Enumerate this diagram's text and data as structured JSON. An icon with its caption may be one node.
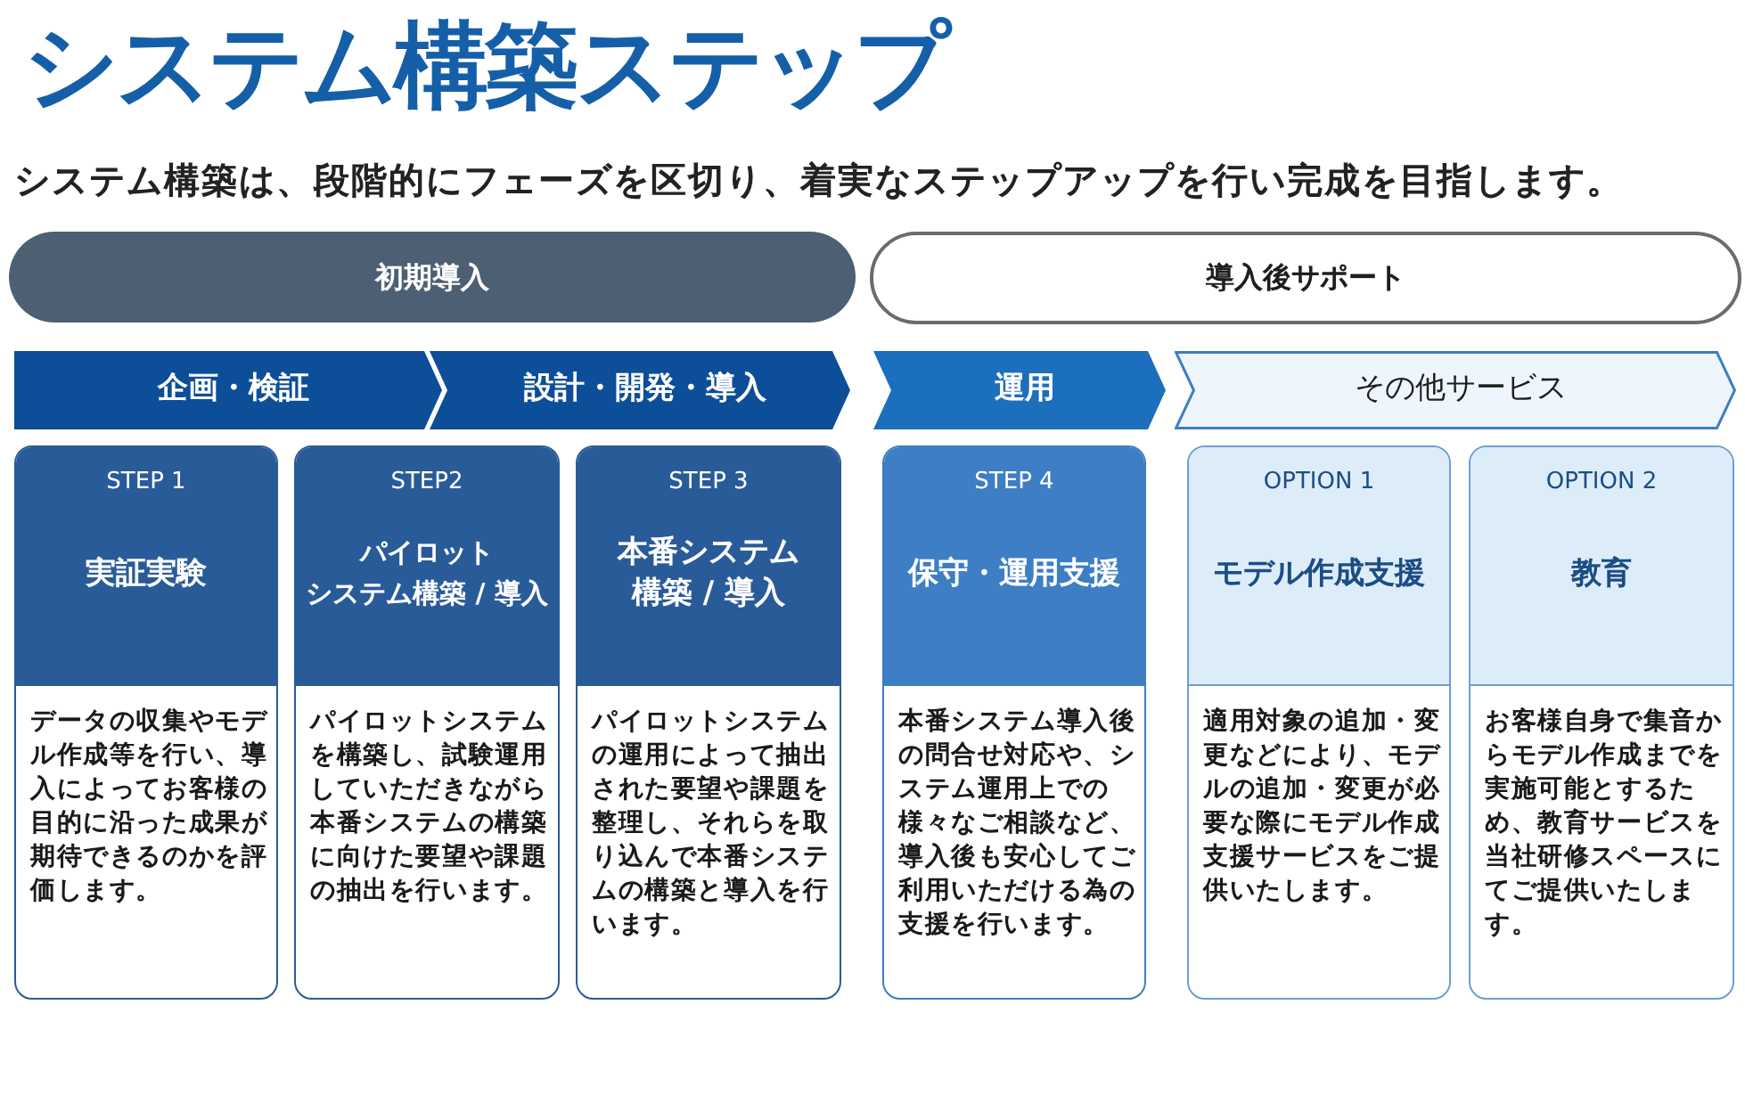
{
  "diagram": {
    "title": "システム構築ステップ",
    "nodes": [
      {
        "text": [
          "初期導入"
        ]
      },
      {
        "text": [
          "導入後サポート"
        ]
      },
      {
        "text": [
          "企画・検証"
        ]
      },
      {
        "text": [
          "設計・開発・導入"
        ]
      },
      {
        "text": [
          "運用"
        ]
      },
      {
        "text": [
          "その他サービス"
        ]
      },
      {
        "text": [
          "STEP 1",
          "実証実験",
          "データの収集やモデル作成等を行い、導入によってお客様の目的に沿った成果が期待できるのかを評価します。"
        ]
      },
      {
        "text": [
          "STEP2",
          "パイロットシステム構築 / 導入",
          "パイロットシステムを構築し、試験運用していただきながら本番システムの構築に向けた要望や課題の抽出を行います。"
        ]
      },
      {
        "text": [
          "STEP 3",
          "本番システム構築 / 導入",
          "パイロットシステムの運用によって抽出された要望や課題を整理し、それらを取り込んで本番システムの構築と導入を行います。"
        ]
      },
      {
        "text": [
          "STEP 4",
          "保守・運用支援",
          "本番システム導入後の問合せ対応や、システム運用上での様々なご相談など、導入後も安心してご利用いただける為の支援を行います。"
        ]
      },
      {
        "text": [
          "OPTION 1",
          "モデル作成支援",
          "適用対象の追加・変更などにより、モデルの追加・変更が必要な際にモデル作成支援サービスをご提供いたします。"
        ]
      },
      {
        "text": [
          "OPTION 2",
          "教育",
          "お客様自身で集音からモデル作成までを実施可能とするため、教育サービスを当社研修スペースにてご提供いたします。"
        ]
      }
    ],
    "labels": [
      "システム構築は、段階的にフェーズを区切り、着実なステップアップを行い完成を目指します。"
    ]
  }
}
